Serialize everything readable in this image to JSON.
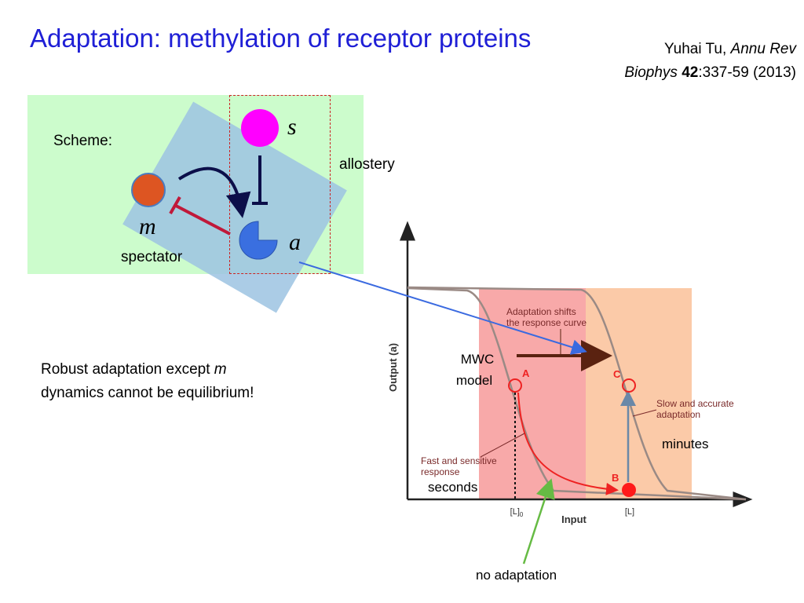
{
  "title": "Adaptation: methylation of receptor proteins",
  "citation": {
    "author": "Yuhai Tu, ",
    "journal1": "Annu Rev",
    "journal2": "Biophys",
    "volume": "42",
    "pages": ":337-59 (2013)"
  },
  "scheme": {
    "label": "Scheme:",
    "m_symbol": "m",
    "spectator_label": "spectator",
    "s_symbol": "s",
    "a_symbol": "a",
    "allostery_label": "allostery",
    "colors": {
      "background": "#ccfccc",
      "box": "#9cc3e2",
      "s_ball": "#ff00ff",
      "m_ball": "#dd5522",
      "a_pacman": "#3a6fe0",
      "inhibition": "#c0193a",
      "allostery_border": "#cc2222"
    }
  },
  "robust": {
    "line1_prefix": "Robust adaptation except ",
    "line1_m": "m",
    "line2": "dynamics cannot be equilibrium!"
  },
  "graph": {
    "ylabel": "Output (a)",
    "xlabel": "Input",
    "tick_L0": "[L]0",
    "tick_L": "[L]",
    "point_A": "A",
    "point_B": "B",
    "point_C": "C",
    "shift_label_1": "Adaptation shifts",
    "shift_label_2": "the response curve",
    "mwc_1": "MWC",
    "mwc_2": "model",
    "fast_1": "Fast and sensitive",
    "fast_2": "response",
    "slow_1": "Slow and accurate",
    "slow_2": "adaptation",
    "seconds": "seconds",
    "minutes": "minutes",
    "no_adaptation": "no adaptation"
  }
}
